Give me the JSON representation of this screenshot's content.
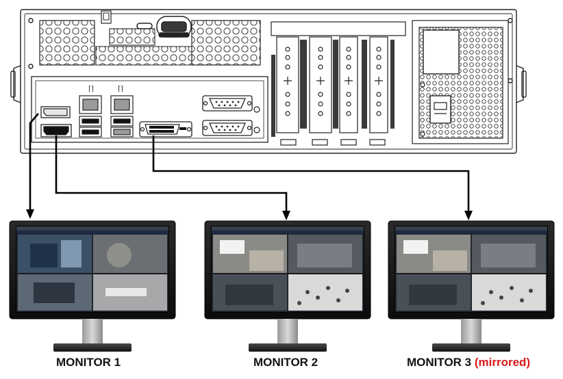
{
  "monitors": [
    {
      "label": "MONITOR 1",
      "note": ""
    },
    {
      "label": "MONITOR 2",
      "note": ""
    },
    {
      "label": "MONITOR 3",
      "note": "(mirrored)"
    }
  ],
  "colors": {
    "chassis_stroke": "#222222",
    "cable": "#000000",
    "mirrored_note": "#d81a1a",
    "screen_ui_bar": "#3a3f4a",
    "screen_header": "#1c2a4a"
  },
  "ports": [
    "displayport",
    "hdmi",
    "dvi",
    "serial",
    "ethernet",
    "usb"
  ]
}
